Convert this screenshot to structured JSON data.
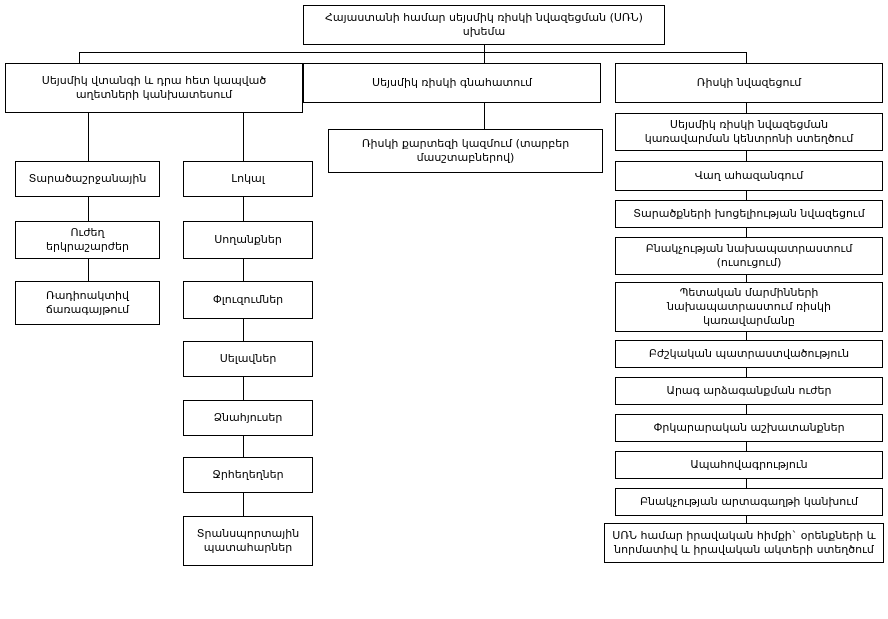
{
  "diagram": {
    "title_box": {
      "label": "Հայաստանի համար սեյսմիկ ռիսկի նվազեցման (ՍՌՆ)\nսխեմա"
    },
    "branches": {
      "left": {
        "header": "Սեյսմիկ վտանգի և դրա հետ կապված\nաղետների կանխատեսում",
        "sub_columns": [
          {
            "name": "regional",
            "items": [
              "Տարածաշրջանային",
              "Ուժեղ\nերկրաշարժեր",
              "Ռադիոակտիվ\nճառագայթում"
            ]
          },
          {
            "name": "local",
            "items": [
              "Լոկալ",
              "Սողանքներ",
              "Փլուզումներ",
              "Սելավներ",
              "Ձնահյուսեր",
              "Ջրհեղեղներ",
              "Տրանսպորտային\nպատահարներ"
            ]
          }
        ]
      },
      "middle": {
        "header": "Սեյսմիկ ռիսկի գնահատում",
        "items": [
          "Ռիսկի քարտեզի կազմում (տարբեր\nմասշտաբներով)"
        ]
      },
      "right": {
        "header": "Ռիսկի նվազեցում",
        "items": [
          "Սեյսմիկ ռիսկի նվազեցման\nկառավարման կենտրոնի ստեղծում",
          "Վաղ ահազանգում",
          "Տարածքների խոցելիության նվազեցում",
          "Բնակչության նախապատրաստում\n(ուսուցում)",
          "Պետական մարմինների\nնախապատրաստում ռիսկի\nկառավարմանը",
          "Բժշկական պատրաստվածություն",
          "Արագ արձագանքման ուժեր",
          "Փրկարարական աշխատանքներ",
          "Ապահովագրություն",
          "Բնակչության արտագաղթի կանխում",
          "ՍՌՆ համար իրավական հիմքի` օրենքների և\nնորմատիվ և իրավական ակտերի ստեղծում"
        ]
      }
    },
    "colors": {
      "stroke": "#000000",
      "fill": "#ffffff",
      "text": "#000000"
    }
  }
}
